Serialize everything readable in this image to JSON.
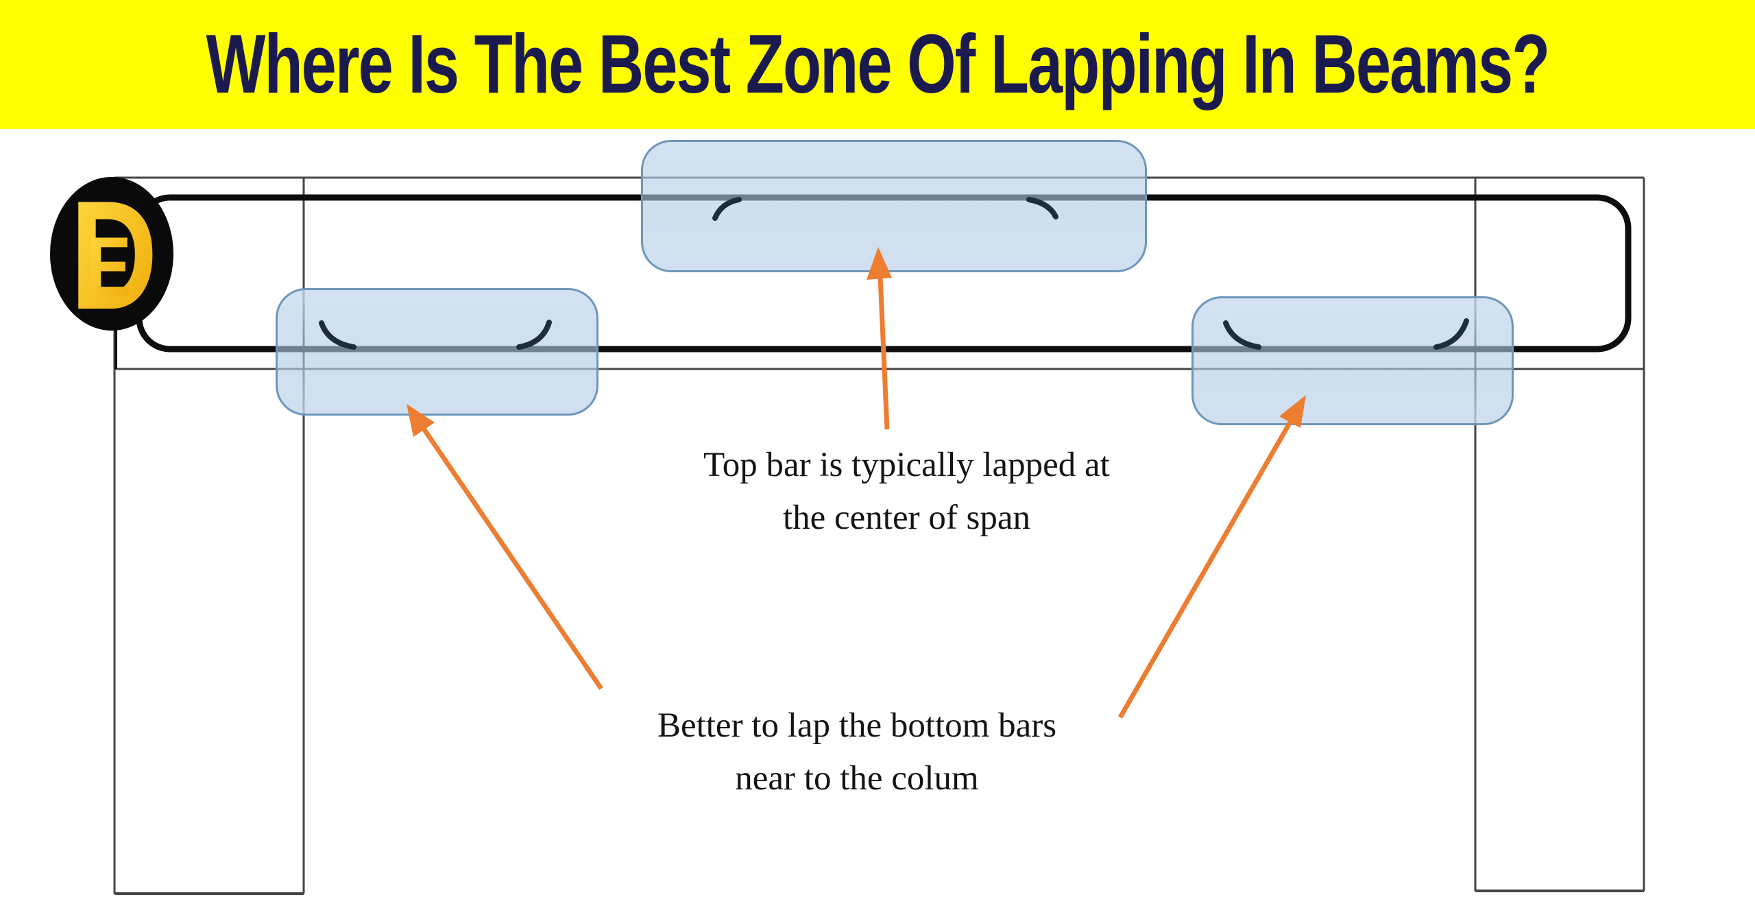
{
  "banner": {
    "title": "Where Is The Best Zone Of Lapping In Beams?"
  },
  "logo": {
    "letter_d": "D",
    "letter_e": "E",
    "circle_color": "#0A0A0A",
    "gold_light": "#FFDC43",
    "gold_dark": "#EFA806"
  },
  "annotations": {
    "top": {
      "line1": "Top bar is typically lapped at",
      "line2": "the center of span"
    },
    "bottom": {
      "line1": "Better to lap the bottom bars",
      "line2": "near to the colum"
    }
  },
  "colors": {
    "banner_bg": "#FFFF00",
    "title_text": "#1A1A4E",
    "outline_gray": "#454545",
    "beam_edge_dark": "#141414",
    "rebar_black": "#0D0D0D",
    "hook_dark": "#1E2D3C",
    "arrow_orange": "#ED7D31",
    "zone_fill": "#BCD3E9",
    "zone_border": "#6E96BA",
    "caption_text": "#141414"
  }
}
